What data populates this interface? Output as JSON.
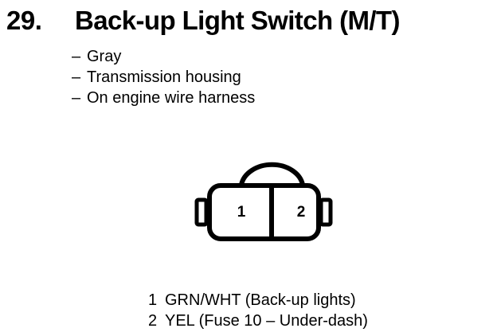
{
  "header": {
    "number": "29.",
    "title": "Back-up Light Switch (M/T)"
  },
  "specs": {
    "dash": "–",
    "items": [
      {
        "text": "Gray"
      },
      {
        "text": "Transmission housing"
      },
      {
        "text": "On engine wire harness"
      }
    ]
  },
  "connector": {
    "name": "2-pin-connector-diagram",
    "stroke_color": "#000000",
    "fill_color": "#ffffff",
    "pins": [
      {
        "number": "1"
      },
      {
        "number": "2"
      }
    ]
  },
  "pin_legend": [
    {
      "pin": "1",
      "description": "GRN/WHT (Back-up lights)"
    },
    {
      "pin": "2",
      "description": "YEL (Fuse 10 – Under-dash)"
    }
  ]
}
